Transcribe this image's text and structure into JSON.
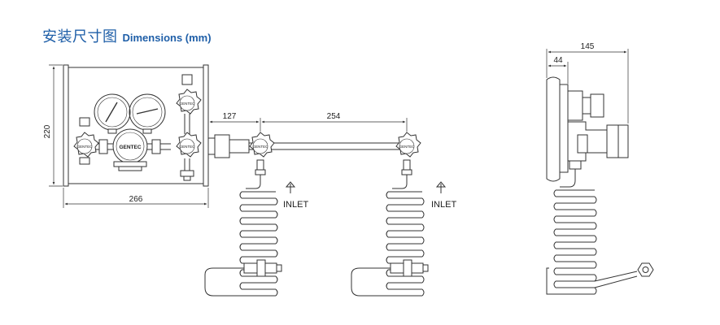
{
  "title": {
    "cn": "安装尺寸图",
    "en": "Dimensions (mm)"
  },
  "dims": {
    "height": "220",
    "width": "266",
    "offset_to_first_valve": "127",
    "valve_spacing": "254",
    "side_total_depth": "145",
    "side_panel_depth": "44"
  },
  "labels": {
    "inlet_1": "INLET",
    "inlet_2": "INLET",
    "brand_regulator": "GENTEC",
    "brand_valve_1": "GENTEC",
    "brand_valve_2": "GENTEC",
    "brand_valve_3": "GENTEC",
    "brand_valve_4": "GENTEC",
    "brand_valve_5": "GENTEC"
  },
  "colors": {
    "title": "#1f5fa8",
    "line": "#333333",
    "brand": "#333333"
  }
}
